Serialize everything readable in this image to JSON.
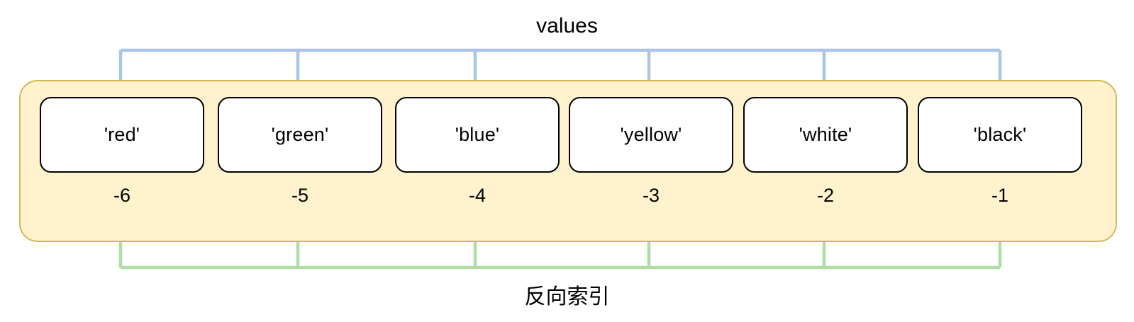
{
  "diagram": {
    "top_caption": "values",
    "bottom_caption": "反向索引",
    "container_fill": "#fff2cc",
    "container_stroke": "#d6b656",
    "value_arrow_color": "#a9c4e9",
    "index_arrow_color": "#b0dda4",
    "cell_fill": "#ffffff",
    "cell_stroke": "#000000",
    "cells": [
      {
        "value": "'red'",
        "index": "-6"
      },
      {
        "value": "'green'",
        "index": "-5"
      },
      {
        "value": "'blue'",
        "index": "-4"
      },
      {
        "value": "'yellow'",
        "index": "-3"
      },
      {
        "value": "'white'",
        "index": "-2"
      },
      {
        "value": "'black'",
        "index": "-1"
      }
    ]
  },
  "chart_data": {
    "type": "diagram",
    "title": "values",
    "subtitle": "反向索引",
    "categories": [
      "'red'",
      "'green'",
      "'blue'",
      "'yellow'",
      "'white'",
      "'black'"
    ],
    "values": [
      -6,
      -5,
      -4,
      -3,
      -2,
      -1
    ],
    "xlabel": "",
    "ylabel": "",
    "legend": [
      "values",
      "反向索引"
    ],
    "grid": false
  }
}
